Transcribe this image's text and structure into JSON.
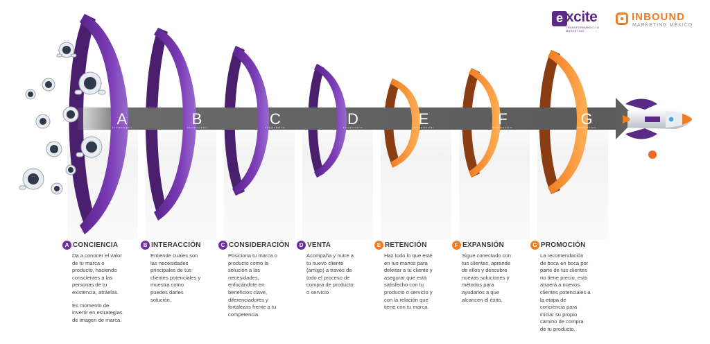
{
  "logos": {
    "excite": {
      "mark": "e",
      "word": "xcite",
      "tagline": "TRANSFORMANDO TU MARKETING"
    },
    "inbound": {
      "word": "INBOUND",
      "sub": "MARKETING MÉXICO"
    }
  },
  "colors": {
    "purple_dark": "#4a1f6e",
    "purple": "#6b2fa0",
    "purple_light": "#8a55c2",
    "orange_dark": "#8a3d12",
    "orange": "#f07d22",
    "orange_light": "#fba24b",
    "arrow_gray": "#6e6e6e",
    "text": "#3a3a3a"
  },
  "stages": [
    {
      "letter": "A",
      "title": "CONCIENCIA",
      "color": "#6b2fa0",
      "lines": [
        "Da a conocer el valor",
        "de tu marca o",
        "producto, haciendo",
        "conscientes a las",
        "personas de tu",
        "existencia, atráelas."
      ],
      "note_lines": [
        "Es momento de",
        "invertir en estrategias",
        "de imagen de marca."
      ]
    },
    {
      "letter": "B",
      "title": "INTERACCIÓN",
      "color": "#6b2fa0",
      "lines": [
        "Entiende cuales son",
        "las necesidades",
        "principales de tus",
        "clientes potenciales y",
        "muestra como",
        "puedes darles",
        "solución."
      ]
    },
    {
      "letter": "C",
      "title": "CONSIDERACIÓN",
      "color": "#6b2fa0",
      "lines": [
        "Posiciona tu marca o",
        "producto como la",
        "solución a las",
        "necesidades,",
        "enfocándote en",
        "beneficios clave,",
        "diferenciadores y",
        "fortalezas frente a tu",
        "competencia."
      ]
    },
    {
      "letter": "D",
      "title": "VENTA",
      "color": "#6b2fa0",
      "lines": [
        "Acompaña y nutre a",
        "tu nuevo cliente",
        "(amigo) a través de",
        "todo el proceso de",
        "compra de producto",
        "o servicio"
      ]
    },
    {
      "letter": "E",
      "title": "RETENCIÓN",
      "color": "#f07d22",
      "lines": [
        "Haz todo lo que esté",
        "en tus manos para",
        "deleitar a tu cliente y",
        "asegurar que está",
        "satisfecho con tu",
        "producto o servicio y",
        "con la relación que",
        "tiene con tu marca."
      ]
    },
    {
      "letter": "F",
      "title": "EXPANSIÓN",
      "color": "#f07d22",
      "lines": [
        "Sigue conectado con",
        "tus clientes, aprende",
        "de ellos y descubre",
        "nuevas soluciones y",
        "métodos para",
        "ayudarlos a que",
        "alcancen el éxito."
      ]
    },
    {
      "letter": "G",
      "title": "PROMOCIÓN",
      "color": "#f07d22",
      "lines": [
        "La recomendación",
        "de boca en boca por",
        "parte de tus clientes",
        "no tiene precio, esto",
        "atraerá a nuevos",
        "clientes potenciales a",
        "la etapa de",
        "conciencia para",
        "iniciar su propio",
        "camino de compra",
        "de tu producto."
      ]
    }
  ]
}
